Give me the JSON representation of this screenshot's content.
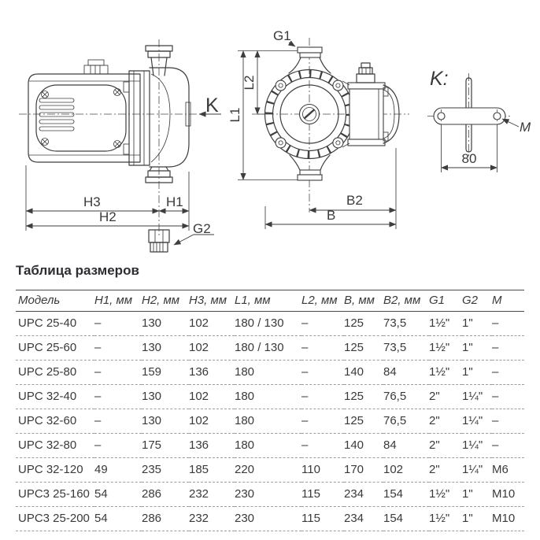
{
  "drawing": {
    "side_view": {
      "k_arrow_label": "K",
      "h3_label": "H3",
      "h1_label": "H1",
      "h2_label": "H2",
      "g2_label": "G2"
    },
    "front_view": {
      "g1_label": "G1",
      "l2_label": "L2",
      "l1_label": "L1",
      "b2_label": "B2",
      "b_label": "B"
    },
    "mounting_view": {
      "view_title": "K:",
      "m_label": "M",
      "hole_distance": "80"
    }
  },
  "table": {
    "title": "Таблица размеров",
    "columns": [
      "Модель",
      "H1, мм",
      "H2, мм",
      "H3, мм",
      "L1, мм",
      "L2, мм",
      "B, мм",
      "B2, мм",
      "G1",
      "G2",
      "M"
    ],
    "rows": [
      [
        "UPC 25-40",
        "–",
        "130",
        "102",
        "180 / 130",
        "–",
        "125",
        "73,5",
        "1½\"",
        "1\"",
        "–"
      ],
      [
        "UPC 25-60",
        "–",
        "130",
        "102",
        "180 / 130",
        "–",
        "125",
        "73,5",
        "1½\"",
        "1\"",
        "–"
      ],
      [
        "UPC 25-80",
        "–",
        "159",
        "136",
        "180",
        "–",
        "140",
        "84",
        "1½\"",
        "1\"",
        "–"
      ],
      [
        "UPC 32-40",
        "–",
        "130",
        "102",
        "180",
        "–",
        "125",
        "76,5",
        "2\"",
        "1¼\"",
        "–"
      ],
      [
        "UPC 32-60",
        "–",
        "130",
        "102",
        "180",
        "–",
        "125",
        "76,5",
        "2\"",
        "1¼\"",
        "–"
      ],
      [
        "UPC 32-80",
        "–",
        "175",
        "136",
        "180",
        "–",
        "140",
        "84",
        "2\"",
        "1¼\"",
        "–"
      ],
      [
        "UPC 32-120",
        "49",
        "235",
        "185",
        "220",
        "110",
        "170",
        "102",
        "2\"",
        "1¼\"",
        "M6"
      ],
      [
        "UPC3 25-160",
        "54",
        "286",
        "232",
        "230",
        "115",
        "234",
        "154",
        "1½\"",
        "1\"",
        "M10"
      ],
      [
        "UPC3 25-200",
        "54",
        "286",
        "232",
        "230",
        "115",
        "234",
        "154",
        "1½\"",
        "1\"",
        "M10"
      ]
    ]
  },
  "colors": {
    "line": "#3e3e3e",
    "text": "#3a3a3a",
    "title": "#2d2d33",
    "row_separator": "#9e9e9e"
  }
}
